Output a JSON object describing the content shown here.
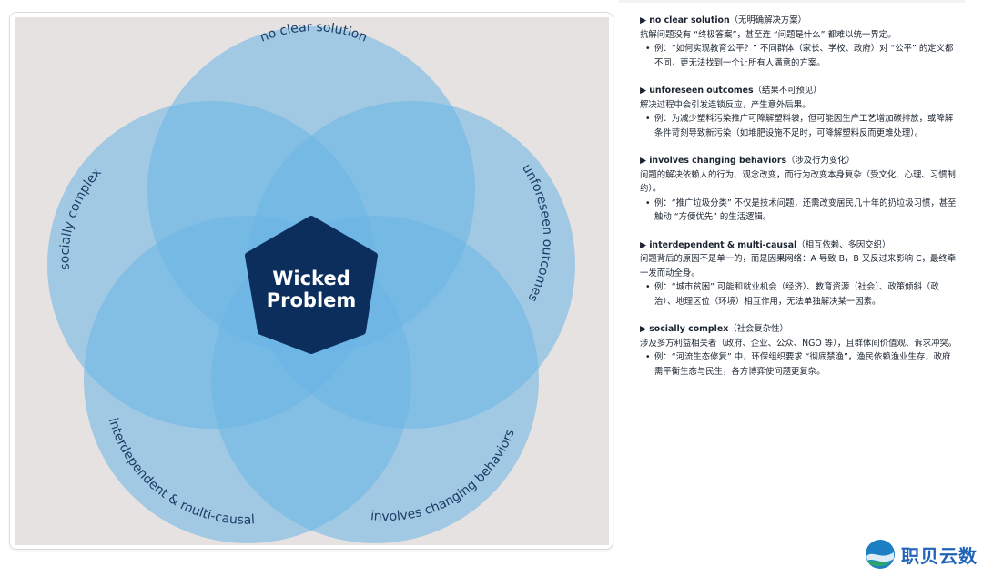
{
  "diagram": {
    "center_line1": "Wicked",
    "center_line2": "Problem",
    "petals": [
      {
        "id": "no-clear-solution",
        "label": "no clear solution"
      },
      {
        "id": "unforeseen-outcomes",
        "label": "unforeseen outcomes"
      },
      {
        "id": "involves-changing-behaviors",
        "label": "involves changing behaviors"
      },
      {
        "id": "interdependent-multi-causal",
        "label": "interdependent & multi-causal"
      },
      {
        "id": "socially-complex",
        "label": "socially complex"
      }
    ],
    "colors": {
      "circle": "#6ab5e6",
      "center": "#0b2e5c",
      "background": "#e6e2e1",
      "label": "#1a3d66"
    }
  },
  "notes": [
    {
      "title_en": "no clear solution",
      "title_zh": "（无明确解决方案）",
      "body": "抗解问题没有 “终极答案”，甚至连 “问题是什么” 都难以统一界定。",
      "example": "例：“如何实现教育公平？” 不同群体（家长、学校、政府）对 “公平” 的定义都不同，更无法找到一个让所有人满意的方案。"
    },
    {
      "title_en": "unforeseen outcomes",
      "title_zh": "（结果不可预见）",
      "body": "解决过程中会引发连锁反应，产生意外后果。",
      "example": "例：为减少塑料污染推广可降解塑料袋，但可能因生产工艺增加碳排放，或降解条件苛刻导致新污染（如堆肥设施不足时，可降解塑料反而更难处理）。"
    },
    {
      "title_en": "involves changing behaviors",
      "title_zh": "（涉及行为变化）",
      "body": "问题的解决依赖人的行为、观念改变，而行为改变本身复杂（受文化、心理、习惯制约）。",
      "example": "例：“推广垃圾分类” 不仅是技术问题，还需改变居民几十年的扔垃圾习惯，甚至触动 “方便优先” 的生活逻辑。"
    },
    {
      "title_en": "interdependent & multi-causal",
      "title_zh": "（相互依赖、多因交织）",
      "body": "问题背后的原因不是单一的，而是因果网络：A 导致 B，B 又反过来影响 C，最终牵一发而动全身。",
      "example": "例：“城市贫困” 可能和就业机会（经济）、教育资源（社会）、政策倾斜（政治）、地理区位（环境）相互作用，无法单独解决某一因素。"
    },
    {
      "title_en": "socially complex",
      "title_zh": "（社会复杂性）",
      "body": "涉及多方利益相关者（政府、企业、公众、NGO 等），且群体间价值观、诉求冲突。",
      "example": "例：“河流生态修复” 中，环保组织要求 “彻底禁渔”，渔民依赖渔业生存，政府需平衡生态与民生，各方博弈使问题更复杂。"
    }
  ],
  "logo": {
    "text": "职贝云数"
  }
}
